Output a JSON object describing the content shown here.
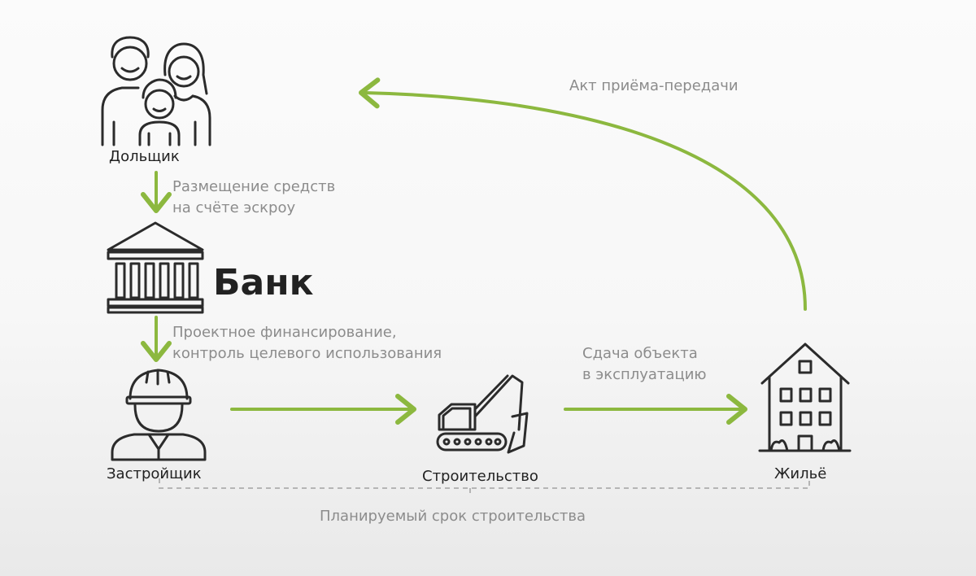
{
  "nodes": {
    "dolshik": "Дольщик",
    "bank": "Банк",
    "zastroyshik": "Застройщик",
    "stroitelstvo": "Строительство",
    "zhilye": "Жильё"
  },
  "edges": {
    "escrow": [
      "Размещение средств",
      "на счёте эскроу"
    ],
    "financing": [
      "Проектное финансирование,",
      "контроль целевого использования"
    ],
    "commissioning": [
      "Сдача объекта",
      "в эксплуатацию"
    ],
    "transfer": "Акт приёма-передачи",
    "planned_term": "Планируемый срок строительства"
  },
  "colors": {
    "arrow": "#8cb83f",
    "icon": "#2b2b2b",
    "text": "#8c8c8c",
    "dash": "#b5b5b5"
  },
  "icons": [
    "family-icon",
    "bank-icon",
    "builder-icon",
    "excavator-icon",
    "house-icon"
  ]
}
